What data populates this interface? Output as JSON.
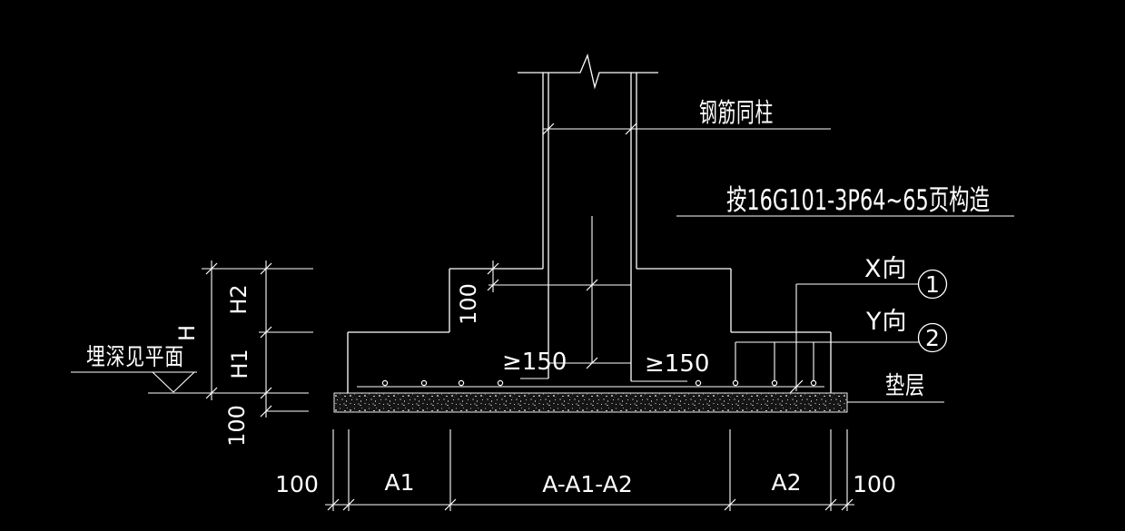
{
  "drawing": {
    "background": "#000000",
    "line_color": "#ffffff",
    "annotations": {
      "rebar_same_as_column": "钢筋同柱",
      "standard_reference": "按16G101-3P64~65页构造",
      "min_length_left": "≥150",
      "min_length_right": "≥150",
      "x_direction_label": "X向",
      "y_direction_label": "Y向",
      "callout_1": "1",
      "callout_2": "2",
      "bedding_label": "垫层",
      "burial_depth_note": "埋深见平面"
    },
    "dimensions": {
      "column_embedment": "100",
      "left_vertical": {
        "total": "H",
        "upper": "H2",
        "lower": "H1",
        "bedding_thickness": "100"
      },
      "bottom": [
        "100",
        "A1",
        "A-A1-A2",
        "A2",
        "100"
      ]
    }
  }
}
